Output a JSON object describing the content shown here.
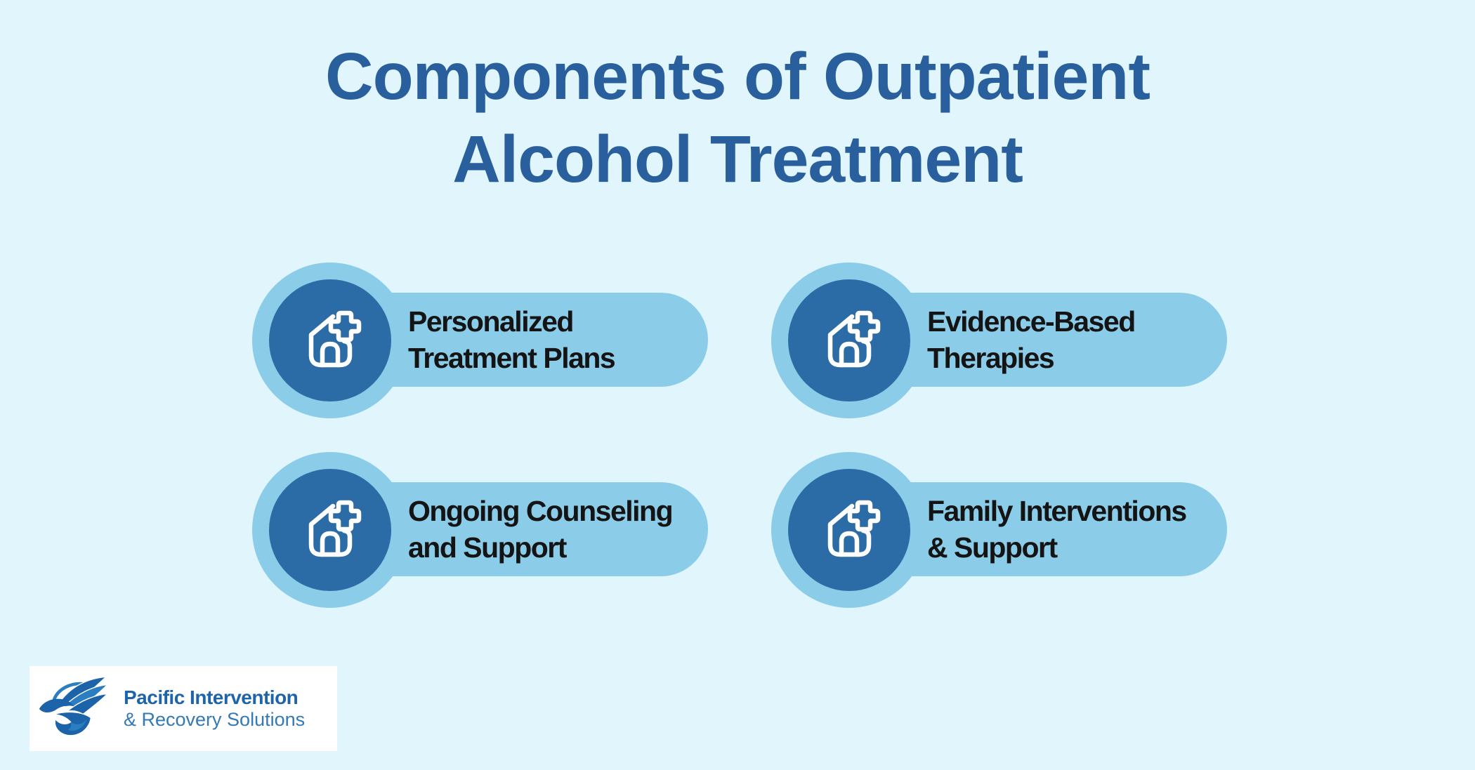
{
  "title": {
    "line1": "Components of Outpatient",
    "line2": "Alcohol Treatment"
  },
  "items": [
    {
      "line1": "Personalized",
      "line2": "Treatment Plans",
      "icon": "home-plus-icon"
    },
    {
      "line1": "Evidence-Based",
      "line2": "Therapies",
      "icon": "home-plus-icon"
    },
    {
      "line1": "Ongoing Counseling",
      "line2": "and Support",
      "icon": "home-plus-icon"
    },
    {
      "line1": "Family Interventions",
      "line2": "& Support",
      "icon": "home-plus-icon"
    }
  ],
  "logo": {
    "name1": "Pacific Intervention",
    "name2": "& Recovery Solutions",
    "icon": "eagle-logo-icon"
  },
  "colors": {
    "background": "#e1f5fd",
    "pill": "#8bcde9",
    "badge_outer": "#8bcde9",
    "badge_inner": "#2b6ca6",
    "icon_stroke": "#ffffff",
    "title_text": "#2a5f9e",
    "item_text": "#141414",
    "logo_panel": "#ffffff",
    "logo_primary": "#1d64ab",
    "logo_secondary": "#3379b4"
  }
}
